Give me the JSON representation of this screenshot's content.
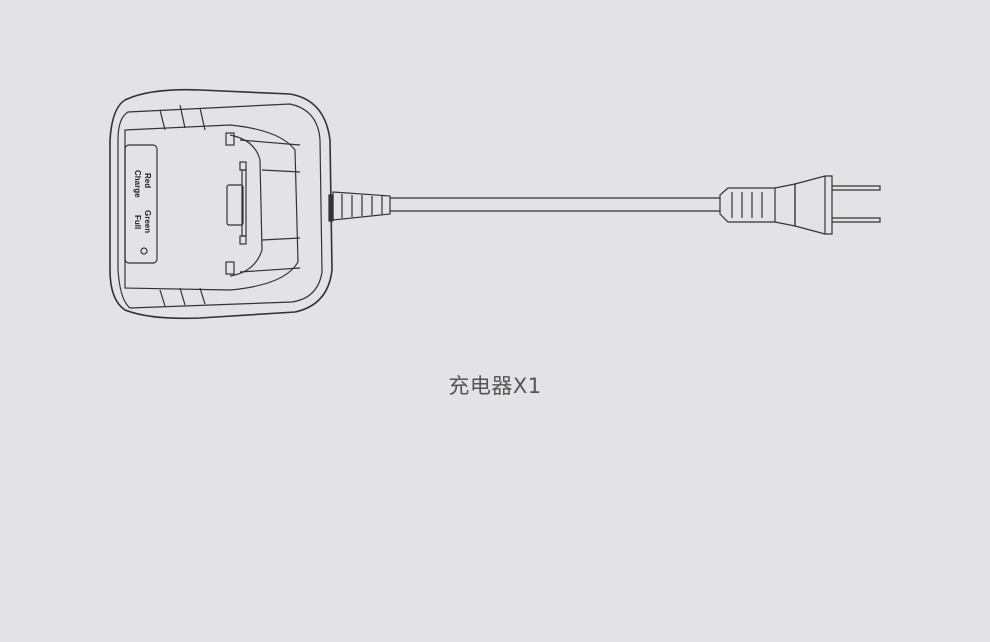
{
  "product": {
    "caption": "充电器X1",
    "indicator_labels": {
      "red": "Red",
      "charge": "Charge",
      "green": "Green",
      "full": "Full"
    }
  }
}
